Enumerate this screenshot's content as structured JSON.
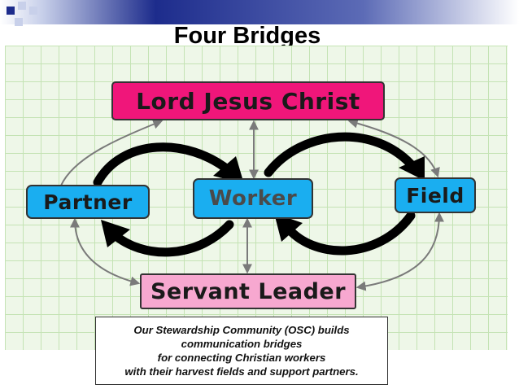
{
  "title": "Four Bridges",
  "nodes": {
    "lord": "Lord Jesus Christ",
    "partner": "Partner",
    "worker": "Worker",
    "field": "Field",
    "servant_leader": "Servant Leader"
  },
  "caption": {
    "lines": [
      "Our Stewardship Community  (OSC) builds",
      "communication bridges",
      "for connecting Christian workers",
      "with their harvest fields and support partners."
    ]
  },
  "colors": {
    "lord_box": "#f0167a",
    "blue_box": "#1aaef0",
    "servant_box": "#f7a8d0",
    "header_bar": "#1d2c8c",
    "grid_background": "#eef7e8",
    "connector_gray": "#7a7a7a",
    "bridge_arrow": "#000000"
  }
}
